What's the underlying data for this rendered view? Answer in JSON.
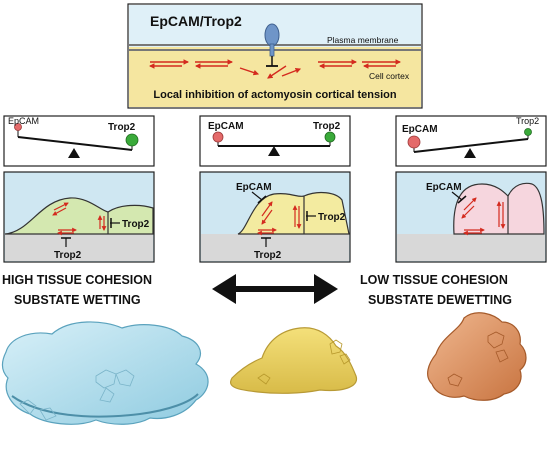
{
  "top_panel": {
    "title": "EpCAM/Trop2",
    "membrane_label": "Plasma membrane",
    "cortex_label": "Cell cortex",
    "caption": "Local inhibition of actomyosin cortical tension"
  },
  "balance_panels": [
    {
      "left_label": "EpCAM",
      "right_label": "Trop2"
    },
    {
      "left_label": "EpCAM",
      "right_label": "Trop2"
    },
    {
      "left_label": "EpCAM",
      "right_label": "Trop2"
    }
  ],
  "cell_panels": [
    {
      "bottom_label": "Trop2",
      "side_label": "Trop2"
    },
    {
      "top_label": "EpCAM",
      "bottom_label": "Trop2",
      "side_label": "Trop2"
    },
    {
      "top_label": "EpCAM"
    }
  ],
  "left_caption": {
    "line1": "HIGH TISSUE COHESION",
    "line2": "SUBSTATE WETTING"
  },
  "right_caption": {
    "line1": "LOW TISSUE COHESION",
    "line2": "SUBSTATE DEWETTING"
  },
  "colors": {
    "cortex_yellow": "#f5e6a0",
    "membrane_blue": "#dff0f8",
    "cell_green": "#d4e8b0",
    "cell_yellow": "#f3eba0",
    "cell_pink": "#f6d6de",
    "bg_blue": "#cfe7f2",
    "substrate_grey": "#d8d8d8",
    "actin_red": "#d42a1e",
    "epcam_red": "#e46a6a",
    "trop2_green": "#3aaa3a",
    "receptor_blue": "#6f95c8"
  }
}
